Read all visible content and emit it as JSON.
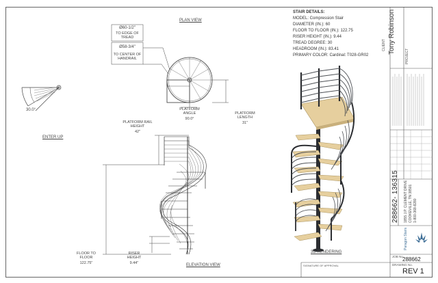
{
  "views": {
    "plan": "PLAN VIEW",
    "elevation": "ELEVATION VIEW",
    "rendering": "3D RENDERING",
    "enter_up": "ENTER UP"
  },
  "plan": {
    "edge_dim": "Ø60-1/2\"",
    "edge_label": "TO EDGE OF TREAD",
    "center_dim": "Ø58-3/4\"",
    "center_label": "TO CENTER OF HANDRAIL",
    "platform_angle_label": "PLATFORM ANGLE",
    "platform_angle": "90.0°",
    "platform_length_label": "PLATFORM LENGTH",
    "platform_length": "31\"",
    "tread_angle": "30.0°"
  },
  "elevation": {
    "platform_rail_label": "PLATFORM RAIL HEIGHT",
    "platform_rail": "42\"",
    "floor_label": "FLOOR TO FLOOR",
    "floor_value": "122.75\"",
    "riser_label": "RISER HEIGHT",
    "riser_value": "9.44\""
  },
  "stair_details": {
    "title": "STAIR DETAILS:",
    "lines": [
      "MODEL: Compression Stair",
      "DIAMETER (IN.): 60",
      "FLOOR TO FLOOR (IN.): 122.75",
      "RISER HEIGHT (IN.): 9.44",
      "TREAD DEGREE: 30",
      "HEADROOM (IN.): 83.41",
      "PRIMARY COLOR: Cardinal: T028-GR02"
    ]
  },
  "title_block": {
    "client_label": "CLIENT",
    "client": "Tony Robinson",
    "project_label": "PROJECT",
    "company": "Paragon Stairs",
    "address_lines": [
      "1855 J.P. CLEMENT DRIVE",
      "COOKEVILLE, TN 38501",
      "1-800-368-8280"
    ],
    "drawing_id": "288662- 136315",
    "job_label": "JOB No.",
    "job_no": "288662",
    "drawing_no_label": "DRAWING No.",
    "rev": "REV 1",
    "signature_label": "SIGNATURE OF APPROVAL"
  },
  "colors": {
    "line": "#333333",
    "tread": "#e6cf9e",
    "tread_edge": "#a8925e",
    "rail": "#4a4d52",
    "rail_light": "#8a8d92",
    "dark": "#2b2d31",
    "logo": "#3f6f97"
  }
}
